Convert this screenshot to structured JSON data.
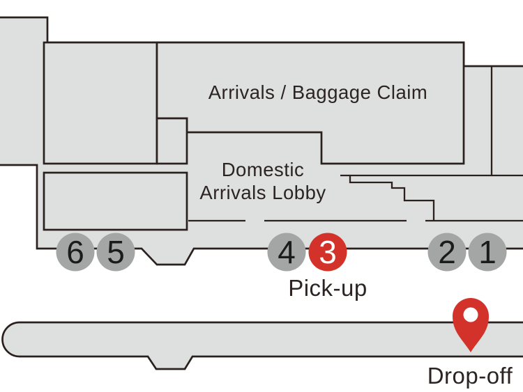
{
  "colors": {
    "floor": "#dee0df",
    "outline": "#2a211e",
    "stop_gray": "#a4a5a5",
    "accent_red": "#d2322a",
    "stop_number": "#1b1b1b",
    "stop_number_on_red": "#ffffff",
    "label_text": "#2b2422",
    "background": "#ffffff"
  },
  "areas": {
    "arrivals_label": "Arrivals / Baggage Claim",
    "lobby_label_line1": "Domestic",
    "lobby_label_line2": "Arrivals Lobby"
  },
  "curbside": {
    "pickup_label": "Pick-up",
    "dropoff_label": "Drop-off"
  },
  "stops": [
    {
      "label": "6",
      "highlighted": false
    },
    {
      "label": "5",
      "highlighted": false
    },
    {
      "label": "4",
      "highlighted": false
    },
    {
      "label": "3",
      "highlighted": true
    },
    {
      "label": "2",
      "highlighted": false
    },
    {
      "label": "1",
      "highlighted": false
    }
  ]
}
